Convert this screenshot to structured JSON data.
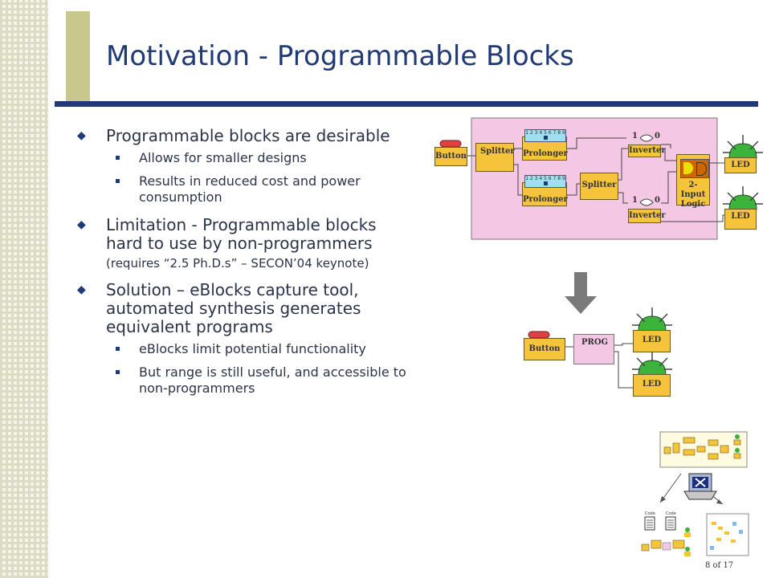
{
  "slide": {
    "title": "Motivation - Programmable Blocks",
    "page": "8 of 17"
  },
  "bullets": {
    "b1": "Programmable blocks are desirable",
    "b1_sub1": "Allows for smaller designs",
    "b1_sub2": "Results in reduced cost and power consumption",
    "b2": "Limitation - Programmable blocks hard to use by non-programmers",
    "b2_note": "(requires “2.5 Ph.D.s” – SECON’04 keynote)",
    "b3": "Solution – eBlocks capture tool, automated synthesis generates equivalent programs",
    "b3_sub1": "eBlocks limit potential functionality",
    "b3_sub2": "But range is still useful, and accessible to non-programmers"
  },
  "diagram_top": {
    "button": "Button",
    "splitter1": "Splitter",
    "prolonger1": "Prolonger",
    "prolonger2": "Prolonger",
    "scale": "1 2 3 4 5 6 7 8 9",
    "splitter2": "Splitter",
    "inverter1": "Inverter",
    "inverter2": "Inverter",
    "inv_one": "1",
    "inv_zero": "0",
    "logic_line1": "2-Input",
    "logic_line2": "Logic",
    "led1": "LED",
    "led2": "LED"
  },
  "diagram_bottom": {
    "button": "Button",
    "prog": "PROG",
    "led1": "LED",
    "led2": "LED"
  },
  "thumbnail": {
    "code1": "Code",
    "code2": "Code"
  },
  "colors": {
    "title": "#1f3a75",
    "rule": "#1f3a75",
    "block": "#f5c43a",
    "board": "#f4c8e4",
    "button_cap": "#e04040",
    "led_cap": "#3cb43c",
    "arrow": "#7a7a7a"
  }
}
